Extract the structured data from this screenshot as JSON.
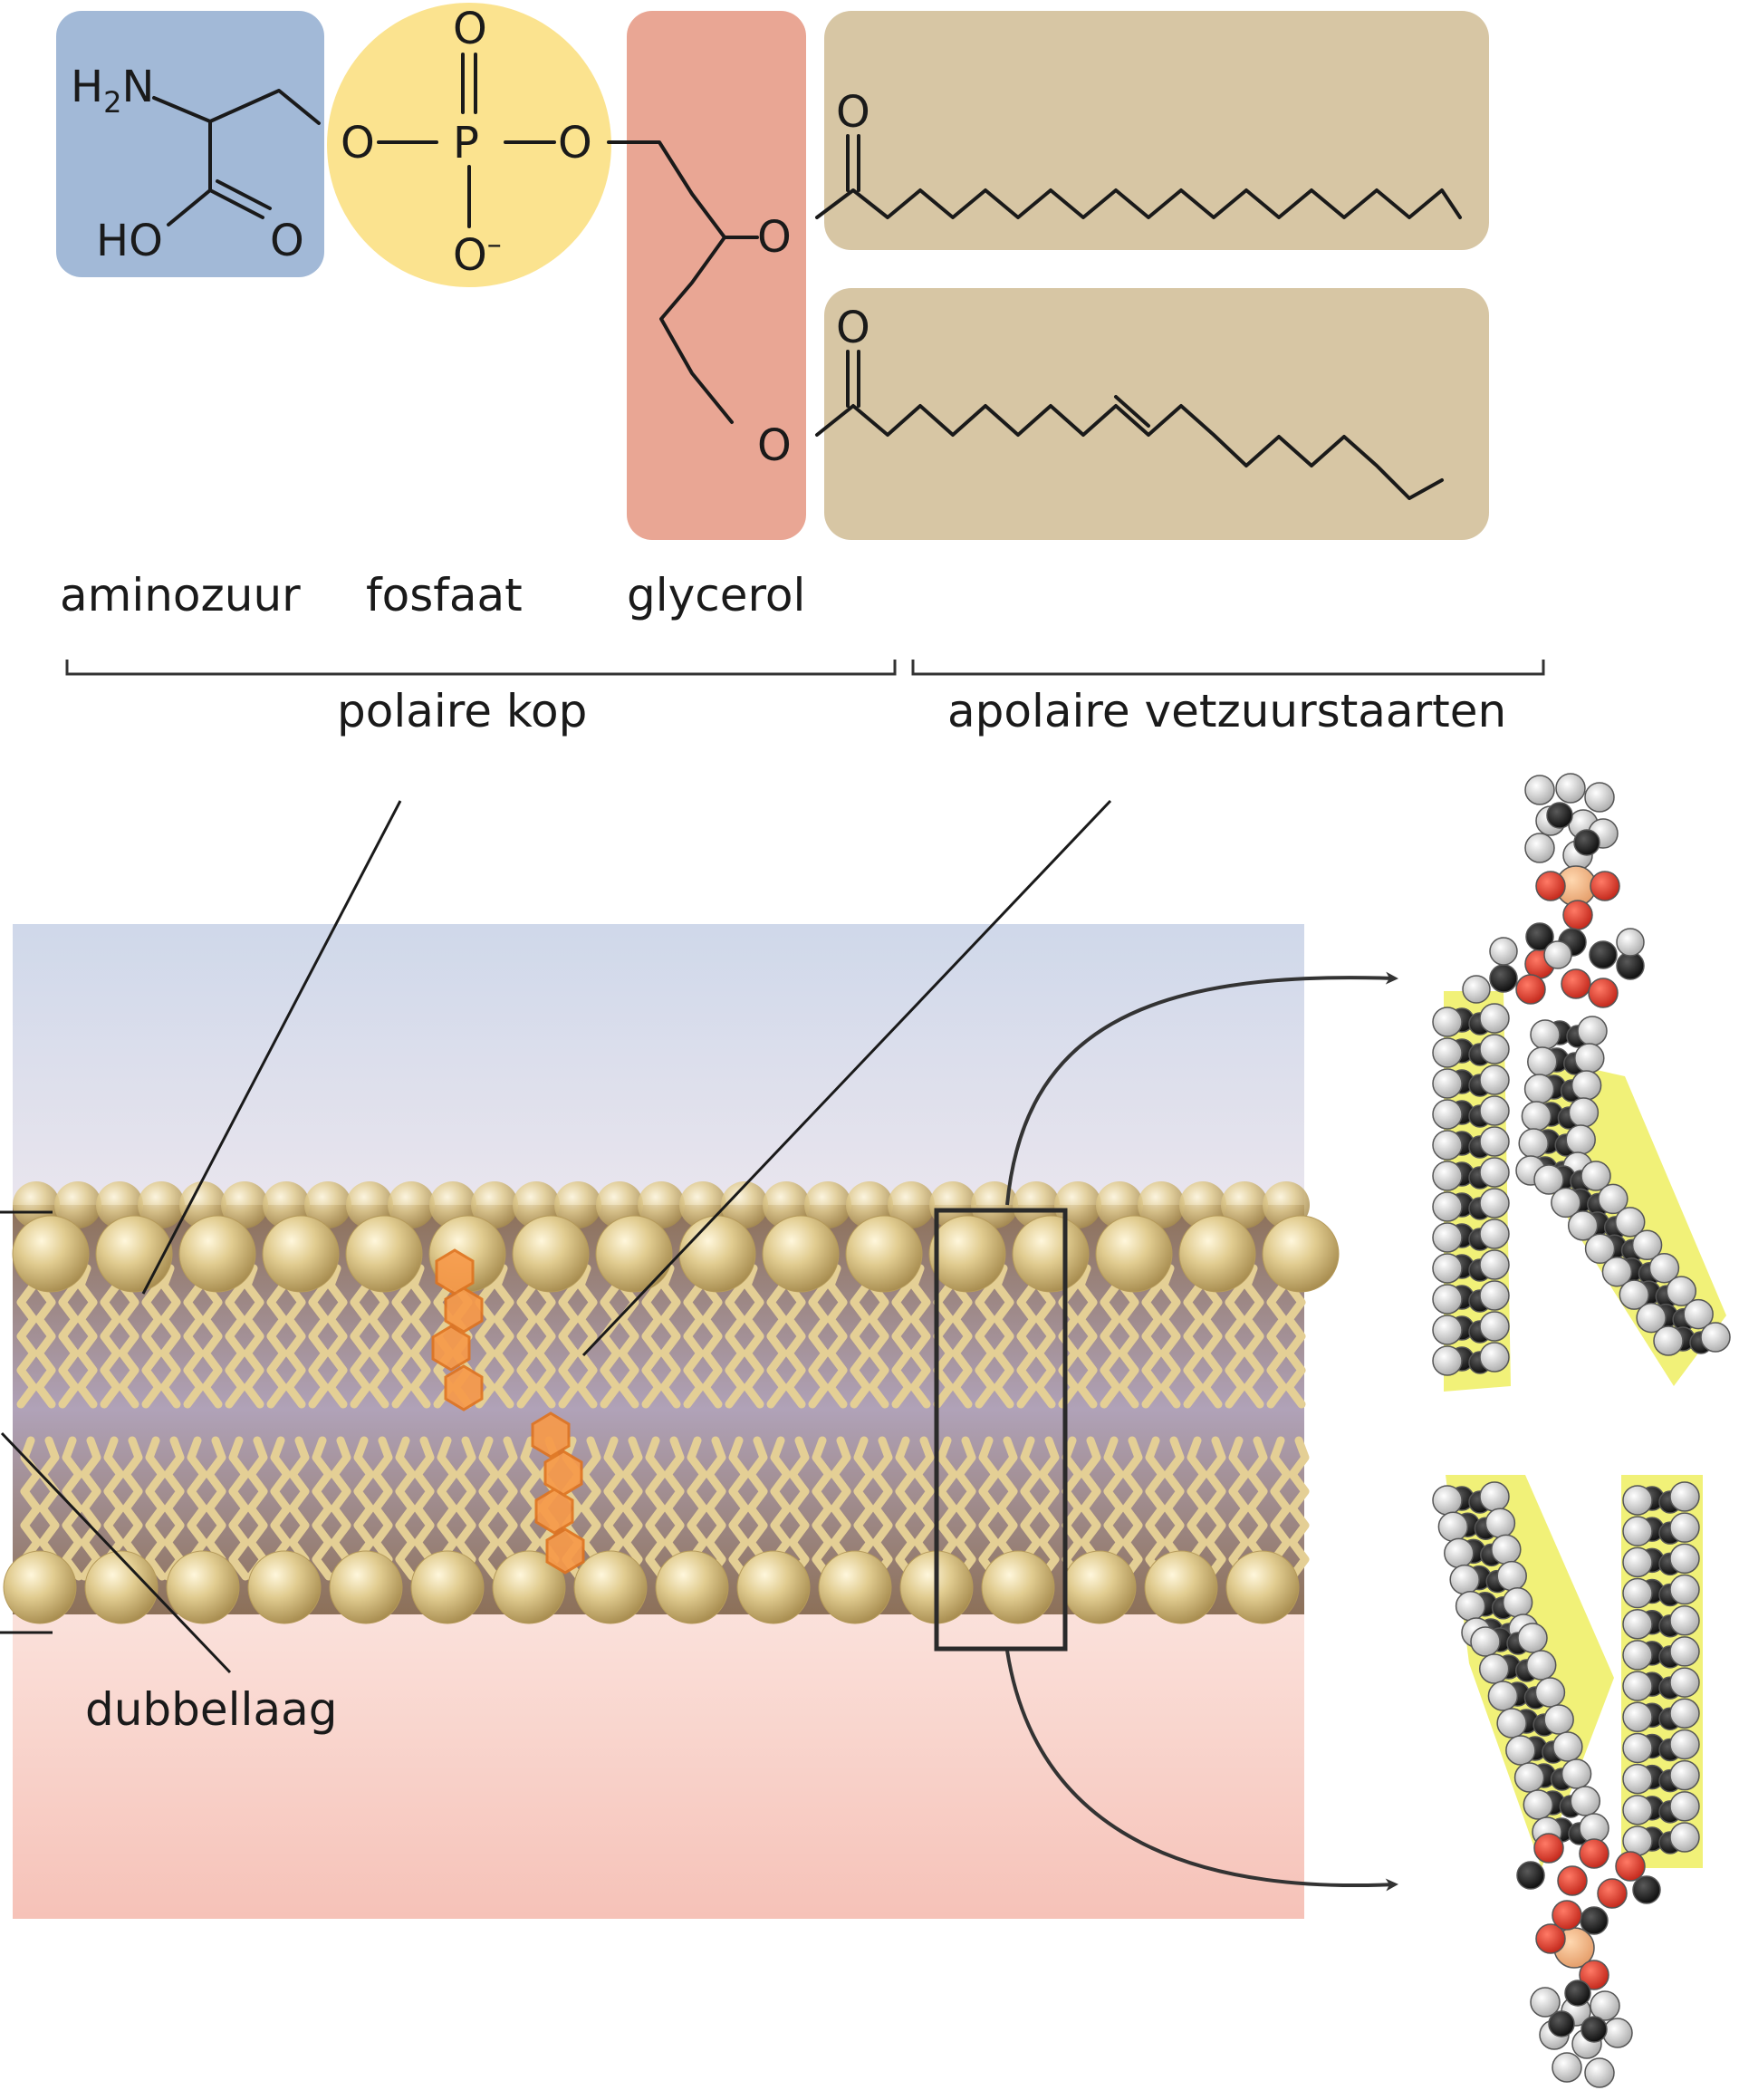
{
  "labels": {
    "amino_acid": "aminozuur",
    "phosphate": "fosfaat",
    "glycerol": "glycerol",
    "polar_head": "polaire kop",
    "apolar_tails": "apolaire vetzuurstaarten",
    "bilayer": "dubbellaag"
  },
  "chem": {
    "h2n_H": "H",
    "h2n_sub": "2",
    "h2n_N": "N",
    "ho": "HO",
    "o": "O",
    "p": "P",
    "o_minus_sup": "–"
  },
  "colors": {
    "amino_acid_box": "#a2b9d7",
    "phosphate_circle": "#fbe38f",
    "glycerol_box": "#e9a694",
    "fatty_acid_box": "#d7c6a4",
    "water_top": "#cfd8ea",
    "water_bottom": "#f7c6bd",
    "lipid_head": "#d8c184",
    "lipid_tail_core": "#a48a66",
    "cholesterol": "#f79a4a",
    "oxygen_atom": "#e23a2c",
    "carbon_atom": "#1b1b1b",
    "hydrogen_atom": "#d9d9d9",
    "tail_highlight": "#eeee55"
  }
}
